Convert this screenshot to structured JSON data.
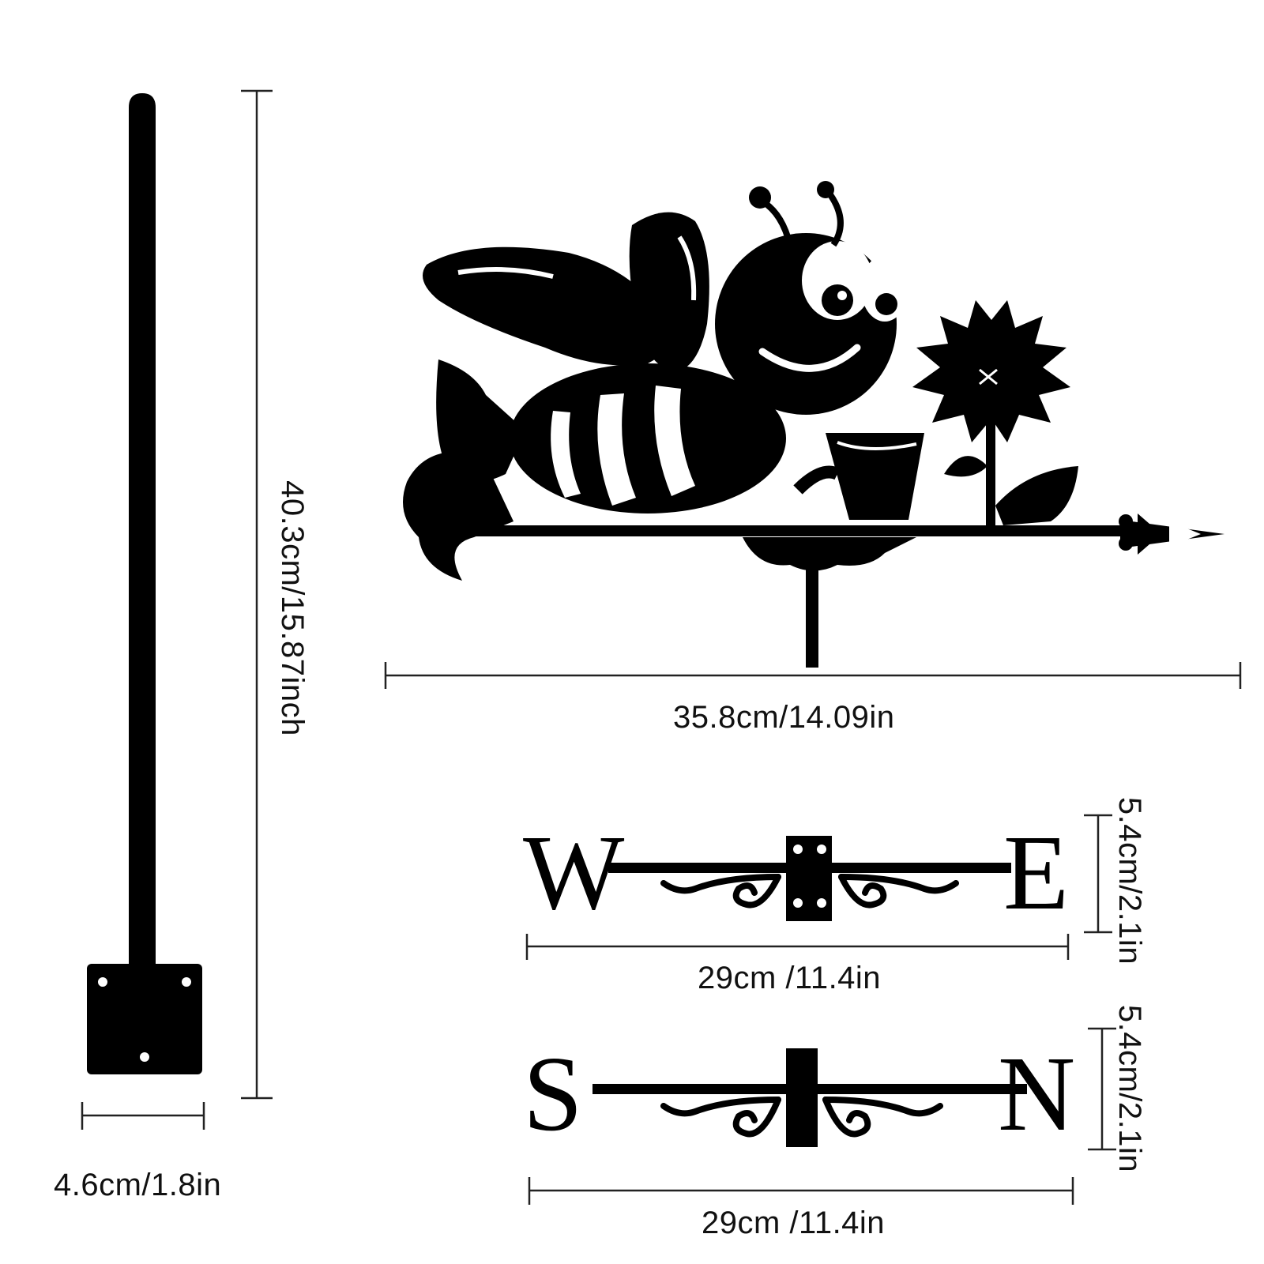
{
  "labels": {
    "pole_height": "40.3cm/15.87inch",
    "base_width": "4.6cm/1.8in",
    "vane_width": "35.8cm/14.09in",
    "we_width": "29cm /11.4in",
    "we_height": "5.4cm/2.1in",
    "sn_width": "29cm /11.4in",
    "sn_height": "5.4cm/2.1in"
  },
  "letters": {
    "west": "W",
    "east": "E",
    "south": "S",
    "north": "N"
  },
  "colors": {
    "ink": "#000000",
    "line": "#222222",
    "background": "#ffffff"
  }
}
